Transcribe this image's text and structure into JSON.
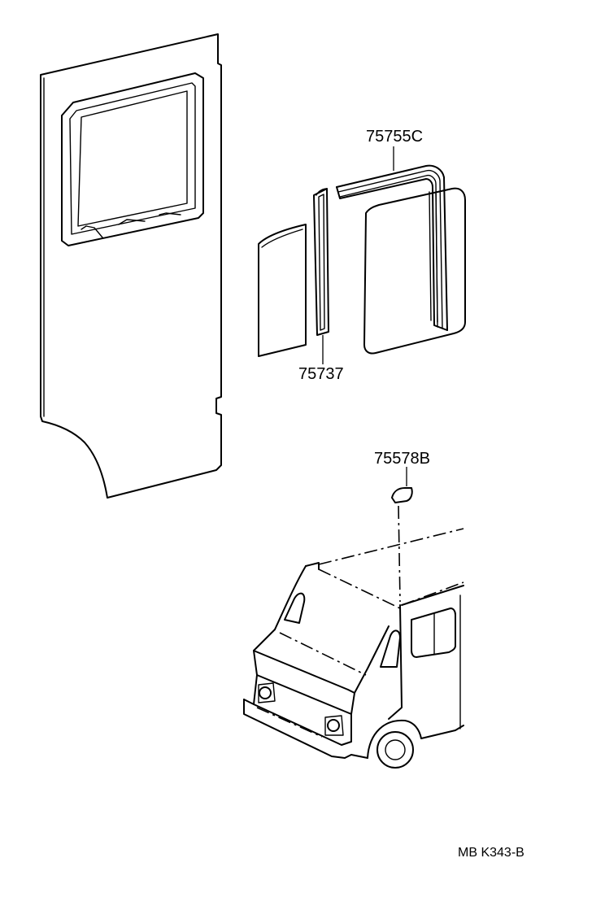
{
  "labels": {
    "division_bar_part": "75755C",
    "weatherstrip_part": "75737",
    "emblem_part": "75578B"
  },
  "diagram_code": "MB K343-B",
  "colors": {
    "line": "#000000",
    "background": "#ffffff"
  }
}
